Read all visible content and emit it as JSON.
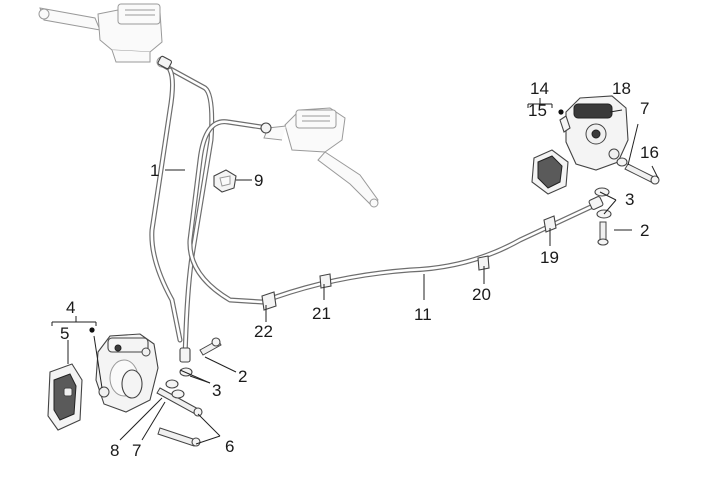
{
  "diagram": {
    "callouts": {
      "c1": "1",
      "c2a": "2",
      "c2b": "2",
      "c3a": "3",
      "c3b": "3",
      "c4": "4",
      "c5": "5",
      "c6": "6",
      "c7a": "7",
      "c7b": "7",
      "c8": "8",
      "c9": "9",
      "c11": "11",
      "c14": "14",
      "c15": "15",
      "c16": "16",
      "c18": "18",
      "c19": "19",
      "c20": "20",
      "c21": "21",
      "c22": "22"
    }
  }
}
